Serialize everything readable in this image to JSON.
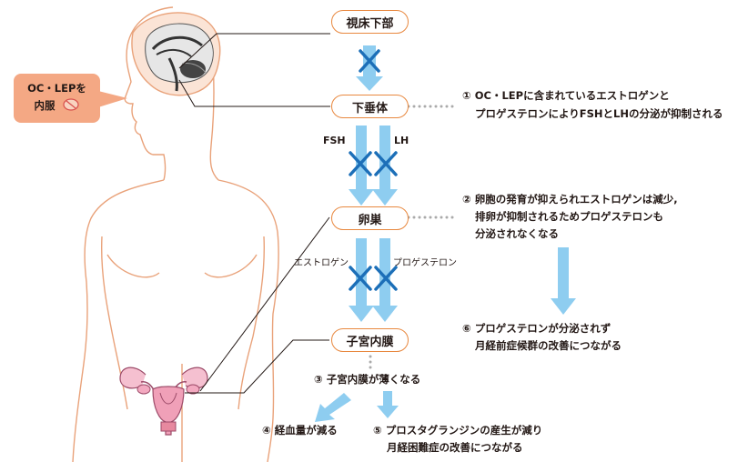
{
  "nodes": {
    "hypothalamus": "視床下部",
    "pituitary": "下垂体",
    "ovary": "卵巣",
    "endometrium": "子宮内膜"
  },
  "callout": {
    "line1": "OC・LEPを",
    "line2": "内服"
  },
  "arrow_labels": {
    "fsh": "FSH",
    "lh": "LH",
    "estrogen": "エストロゲン",
    "progesterone": "プロゲステロン"
  },
  "notes": {
    "n1_line1": "① OC・LEPに含まれているエストロゲンと",
    "n1_line2": "プロゲステロンによりFSHとLHの分泌が抑制される",
    "n2_line1": "② 卵胞の発育が抑えられエストロゲンは減少,",
    "n2_line2": "排卵が抑制されるためプロゲステロンも",
    "n2_line3": "分泌されなくなる",
    "n6_line1": "⑥ プロゲステロンが分泌されず",
    "n6_line2": "月経前症候群の改善につながる",
    "n3": "③ 子宮内膜が薄くなる",
    "n4": "④ 経血量が減る",
    "n5_line1": "⑤ プロスタグランジンの産生が減り",
    "n5_line2": "月経困難症の改善につながる"
  },
  "colors": {
    "arrow_blue": "#8ecdf0",
    "cross_blue": "#1c6fb8",
    "pill_border": "#e8883f",
    "callout_bg": "#f4a884",
    "body_outline": "#e9a27a"
  }
}
